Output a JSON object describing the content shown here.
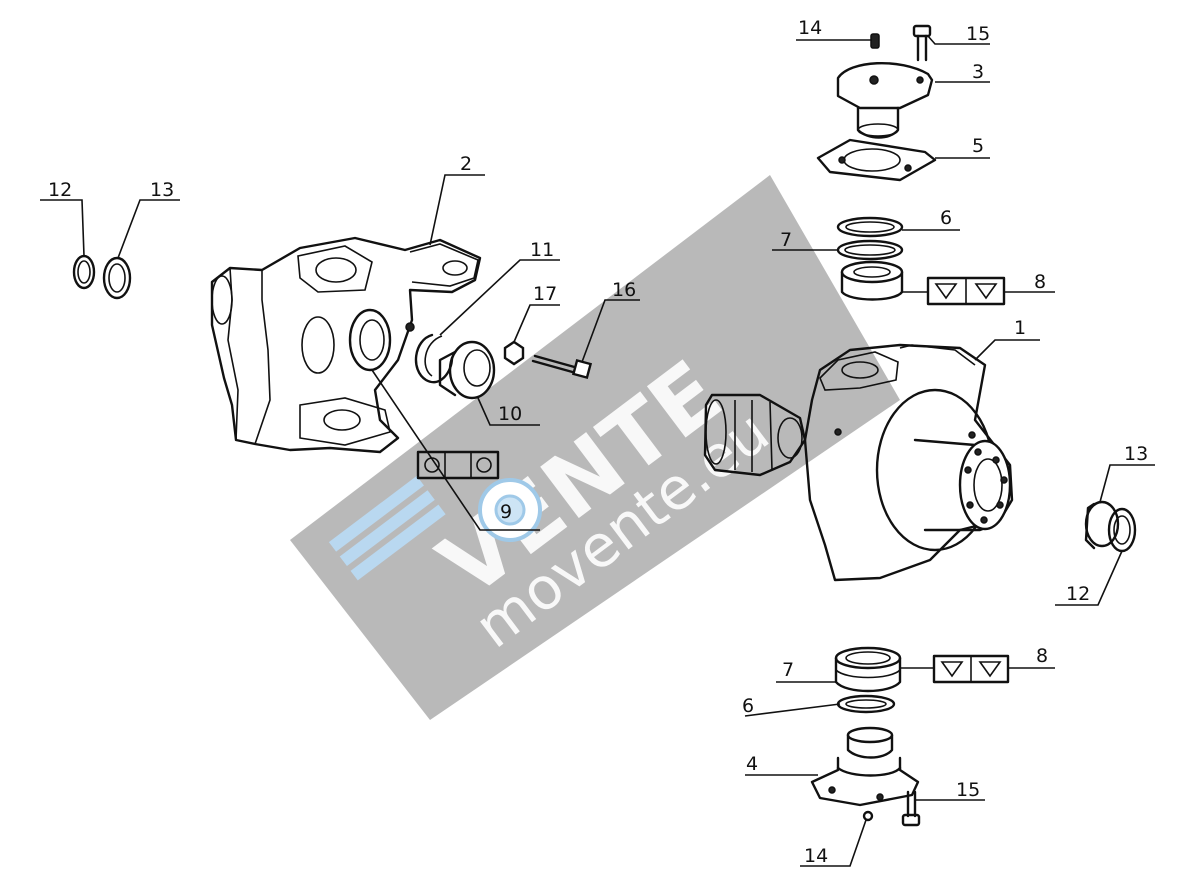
{
  "diagram": {
    "callouts": [
      {
        "id": "c12a",
        "label": "12"
      },
      {
        "id": "c13a",
        "label": "13"
      },
      {
        "id": "c2",
        "label": "2"
      },
      {
        "id": "c11",
        "label": "11"
      },
      {
        "id": "c17",
        "label": "17"
      },
      {
        "id": "c16",
        "label": "16"
      },
      {
        "id": "c10",
        "label": "10"
      },
      {
        "id": "c9",
        "label": "9"
      },
      {
        "id": "c14a",
        "label": "14"
      },
      {
        "id": "c15a",
        "label": "15"
      },
      {
        "id": "c3",
        "label": "3"
      },
      {
        "id": "c5",
        "label": "5"
      },
      {
        "id": "c6a",
        "label": "6"
      },
      {
        "id": "c7a",
        "label": "7"
      },
      {
        "id": "c8a",
        "label": "8"
      },
      {
        "id": "c1",
        "label": "1"
      },
      {
        "id": "c13b",
        "label": "13"
      },
      {
        "id": "c12b",
        "label": "12"
      },
      {
        "id": "c7b",
        "label": "7"
      },
      {
        "id": "c8b",
        "label": "8"
      },
      {
        "id": "c6b",
        "label": "6"
      },
      {
        "id": "c4",
        "label": "4"
      },
      {
        "id": "c15b",
        "label": "15"
      },
      {
        "id": "c14b",
        "label": "14"
      }
    ]
  },
  "watermark": {
    "brand": "VENTE",
    "url": "movente.eu",
    "color": "#7f7f7f"
  }
}
